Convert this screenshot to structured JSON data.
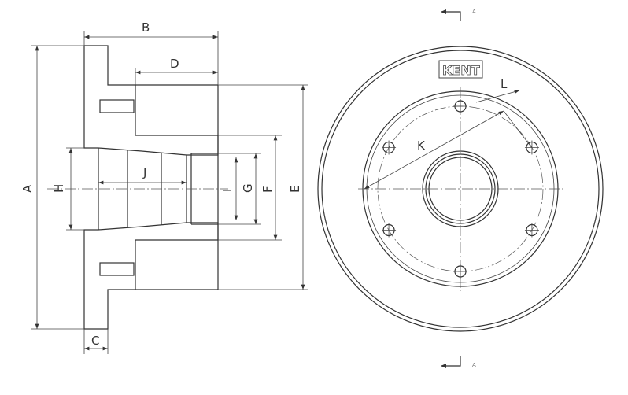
{
  "labels": {
    "A": "A",
    "B": "B",
    "C": "C",
    "D": "D",
    "E": "E",
    "F": "F",
    "G": "G",
    "H": "H",
    "I": "I",
    "J": "J",
    "K": "K",
    "L": "L"
  },
  "section_marker": "A",
  "logo_text": "KENT"
}
